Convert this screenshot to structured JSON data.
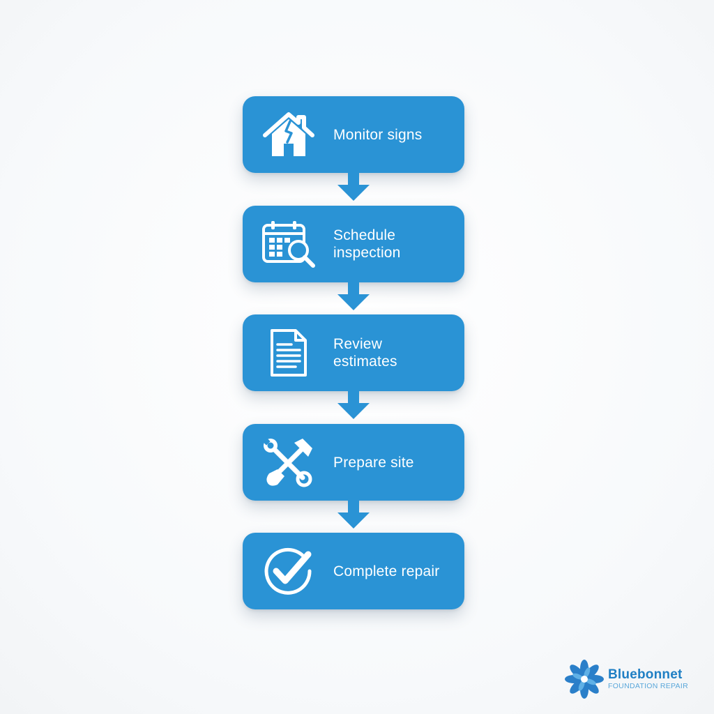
{
  "colors": {
    "step_fill": "#2a93d5",
    "arrow_fill": "#2a93d5",
    "text": "#ffffff",
    "brand_primary": "#1f7fc4",
    "brand_secondary": "#5aa7da"
  },
  "steps": [
    {
      "label": "Monitor signs",
      "icon": "house-crack-icon"
    },
    {
      "label": "Schedule\ninspection",
      "icon": "calendar-search-icon"
    },
    {
      "label": "Review\nestimates",
      "icon": "document-icon"
    },
    {
      "label": "Prepare site",
      "icon": "tools-icon"
    },
    {
      "label": "Complete repair",
      "icon": "checkmark-circle-icon"
    }
  ],
  "brand": {
    "name": "Bluebonnet",
    "tagline": "FOUNDATION REPAIR",
    "icon": "bluebonnet-flower-icon"
  }
}
